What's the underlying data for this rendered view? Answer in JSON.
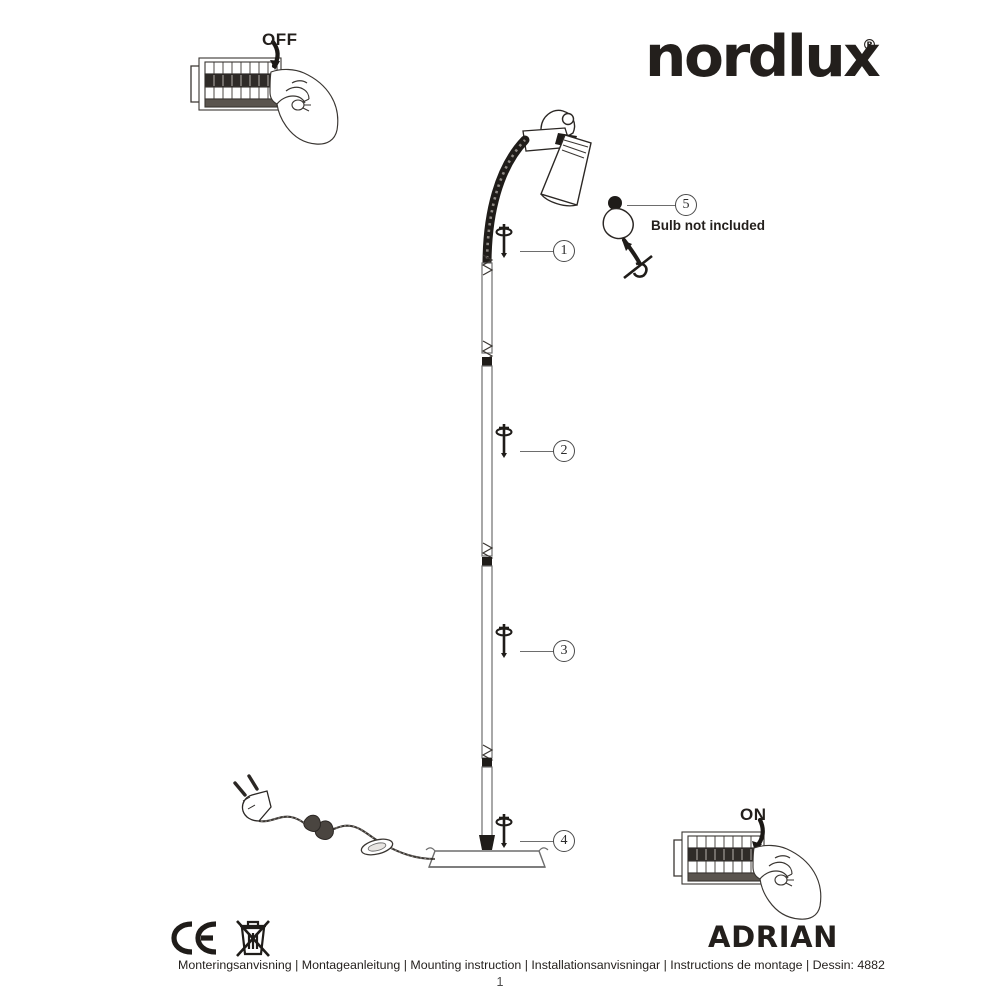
{
  "brand": {
    "name": "nordlux",
    "registered_mark": "®"
  },
  "product": {
    "name": "ADRIAN",
    "drawing_label": "Dessin: 4882"
  },
  "power_steps": {
    "off": {
      "label": "OFF",
      "icon": "fuse-box-hand-off-icon"
    },
    "on": {
      "label": "ON",
      "icon": "fuse-box-hand-on-icon"
    }
  },
  "callouts": [
    {
      "id": "1",
      "number": "①",
      "digit": "1"
    },
    {
      "id": "2",
      "number": "②",
      "digit": "2"
    },
    {
      "id": "3",
      "number": "③",
      "digit": "3"
    },
    {
      "id": "4",
      "number": "④",
      "digit": "4"
    },
    {
      "id": "5",
      "number": "⑤",
      "digit": "5"
    }
  ],
  "notes": {
    "bulb": "Bulb not included"
  },
  "compliance": {
    "ce_mark": "ce-mark-icon",
    "weee_mark": "crossed-out-wheelie-bin-icon"
  },
  "footer": {
    "languages": "Monteringsanvisning | Montageanleitung | Mounting instruction | Installationsanvisningar | Instructions de montage | Dessin: 4882",
    "page_number": "1"
  },
  "diagram": {
    "title": "adrian-floor-lamp-assembly",
    "parts": [
      "lamp-shade-head",
      "gooseneck-arm",
      "upper-pole-section",
      "middle-pole-section",
      "lower-pole-section",
      "base-plate",
      "power-cord",
      "inline-foot-switch",
      "europlug"
    ]
  },
  "colors": {
    "ink": "#231f1c",
    "line": "#6d6d6d",
    "shade_fill": "#ffffff",
    "metal_dark": "#2f2b28"
  }
}
